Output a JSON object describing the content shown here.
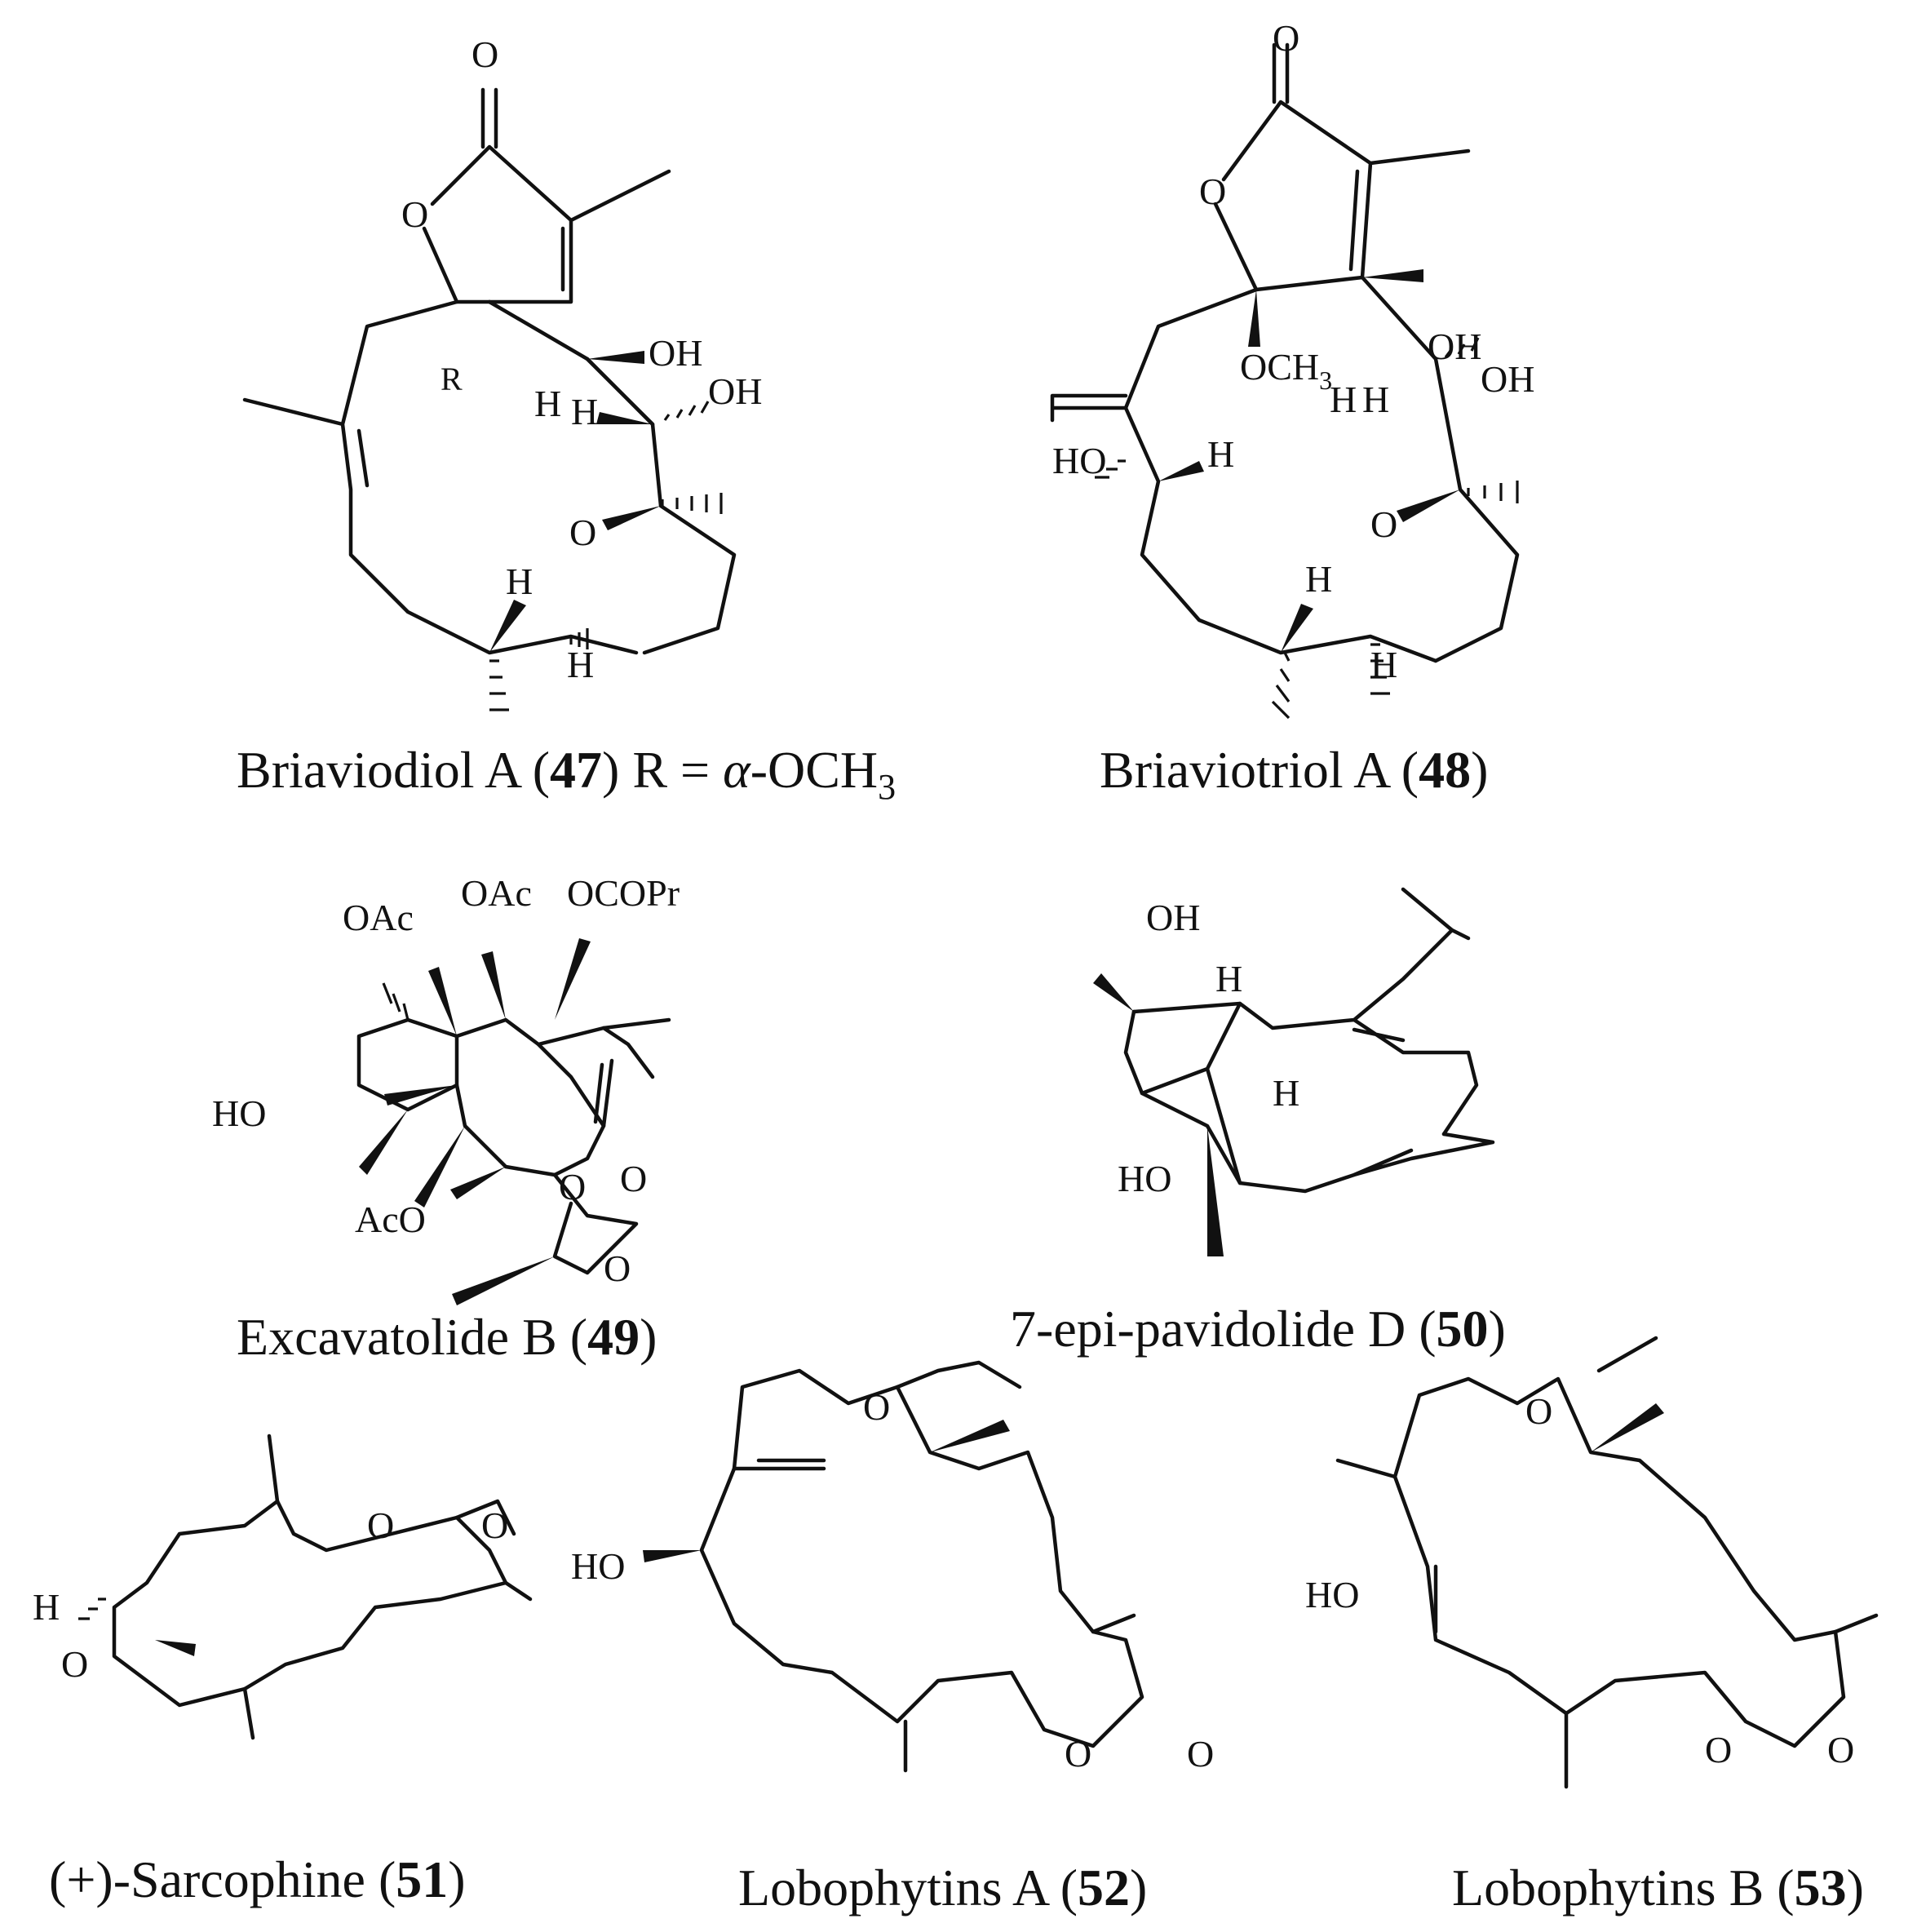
{
  "compounds": [
    {
      "id": "c47",
      "name": "Briaviodiol A (",
      "num": "47",
      "tail": ") R = ",
      "alpha": "α",
      "suffix": "-OCH",
      "sub": "3"
    },
    {
      "id": "c48",
      "name": "Briaviotriol A (",
      "num": "48",
      "tail": ")"
    },
    {
      "id": "c49",
      "name": "Excavatolide B (",
      "num": "49",
      "tail": ")"
    },
    {
      "id": "c50",
      "name": "7-epi-pavidolide D (",
      "num": "50",
      "tail": ")"
    },
    {
      "id": "c51",
      "name": "(+)-Sarcophine (",
      "num": "51",
      "tail": ")"
    },
    {
      "id": "c52",
      "name": "Lobophytins A (",
      "num": "52",
      "tail": ")"
    },
    {
      "id": "c53",
      "name": "Lobophytins B (",
      "num": "53",
      "tail": ")"
    }
  ],
  "atoms": {
    "O": "O",
    "OH": "OH",
    "HO": "HO",
    "H": "H",
    "R": "R",
    "OCH": "OCH",
    "sub3": "3",
    "OAc": "OAc",
    "AcO": "AcO",
    "OCOPr": "OCOPr"
  }
}
